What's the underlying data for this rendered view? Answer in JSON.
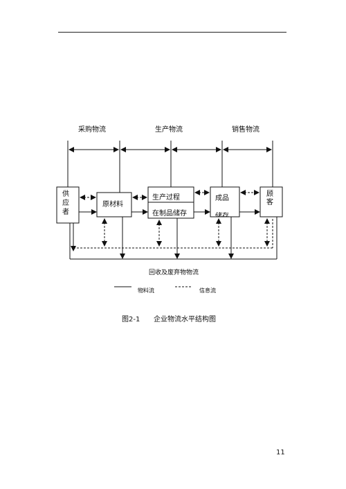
{
  "flows": {
    "purchase": "采购物流",
    "production": "生产物流",
    "sales": "销售物流",
    "recycle": "回收及废弃物物流"
  },
  "nodes": {
    "supplier": [
      "供",
      "应",
      "者"
    ],
    "raw_material": "原材料",
    "process": "生产过程",
    "wip_storage": "在制品储存",
    "finished": "成品",
    "finished_storage_partial": "储存",
    "customer": [
      "顾",
      "客"
    ]
  },
  "legend": {
    "material": "物料流",
    "info": "信息流"
  },
  "caption": {
    "figure": "图2-1",
    "title": "企业物流水平结构图"
  },
  "page_number": "11"
}
